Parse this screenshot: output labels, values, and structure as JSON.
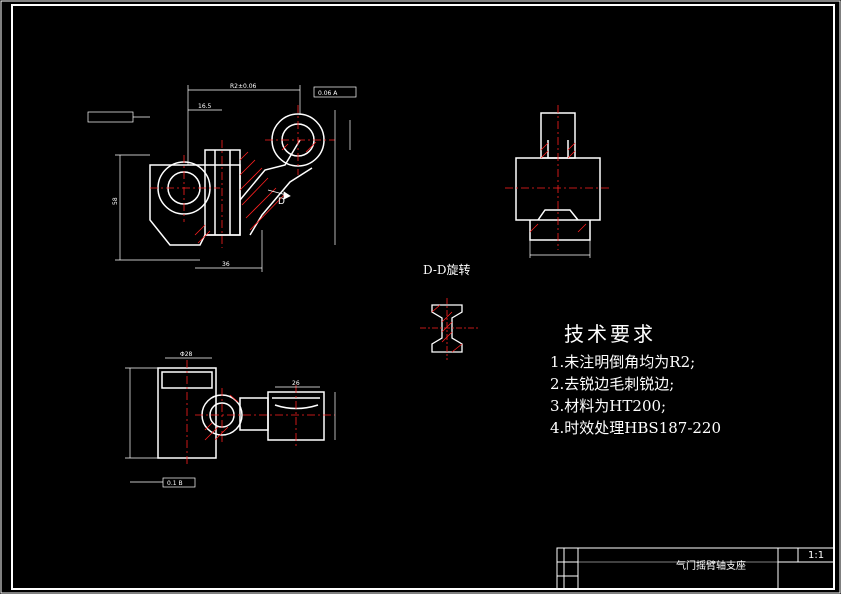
{
  "section_label": "D-D旋转",
  "tech_requirements": {
    "title": "技术要求",
    "items": [
      "1.未注明倒角均为R2;",
      "2.去锐边毛刺锐边;",
      "3.材料为HT200;",
      "4.时效处理HBS187-220"
    ]
  },
  "title_block": {
    "part_name": "气门摇臂轴支座",
    "scale": "1:1"
  },
  "view_labels": {
    "section_arrow": "D",
    "dim_top": "R2±0.06",
    "dim_16": "16.5",
    "dim_height": "58",
    "dim_36": "36",
    "dim_tol": "0.06 A",
    "dim_phi": "Φ28",
    "dim_26": "26",
    "dim_tol2": "0.1 B"
  },
  "colors": {
    "line": "#ffffff",
    "center": "#ff2020",
    "hatch": "#ff2020",
    "dim": "#ffffff"
  }
}
